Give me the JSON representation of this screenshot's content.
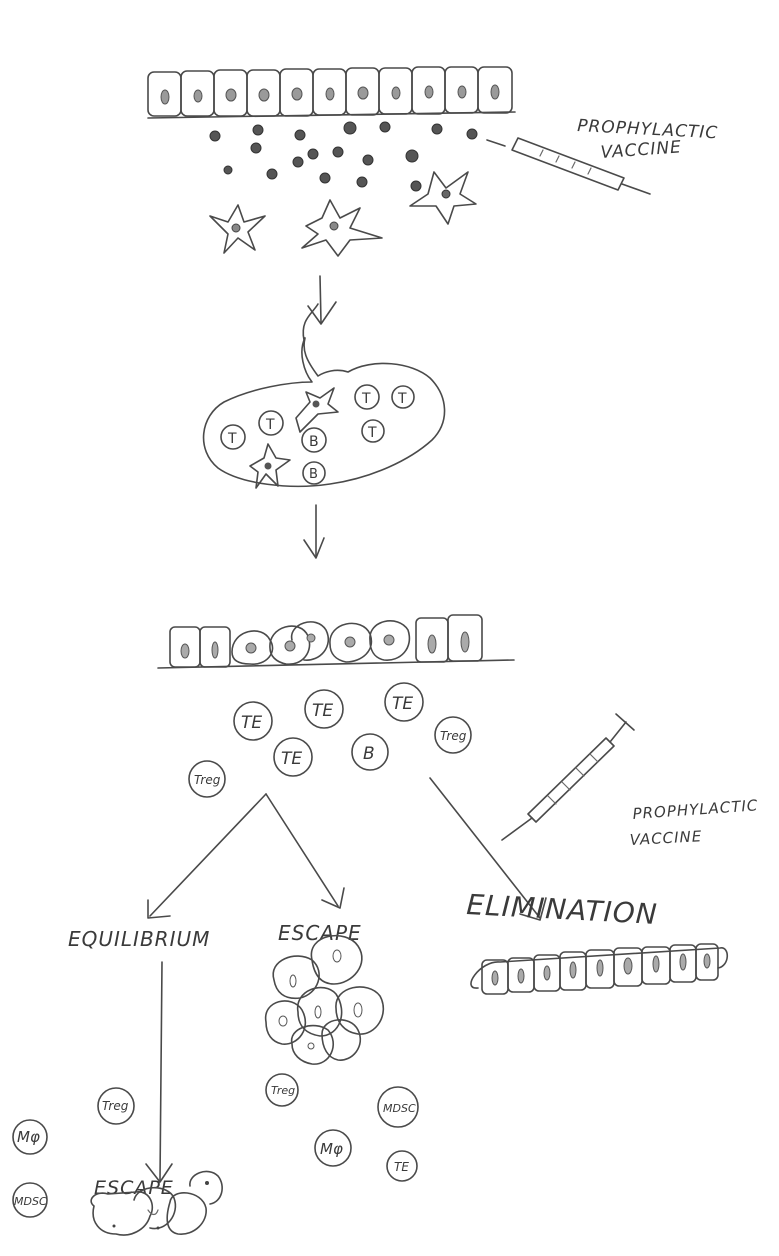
{
  "labels": {
    "vaccine_top_line1": "PROPHYLACTIC",
    "vaccine_top_line2": "VACCINE",
    "vaccine_mid_line1": "PROPHYLACTIC",
    "vaccine_mid_line2": "VACCINE",
    "equilibrium": "EQUILIBRIUM",
    "escape": "ESCAPE",
    "elimination": "ELIMINATION",
    "escape_bottom": "ESCAPE"
  },
  "lymph_node_cells": [
    "T",
    "T",
    "T",
    "T",
    "T",
    "B",
    "B"
  ],
  "effector_cells": [
    "TE",
    "TE",
    "TE",
    "TE",
    "B",
    "Treg",
    "Treg"
  ],
  "equilibrium_cells": [
    "Treg",
    "Mφ",
    "MDSC"
  ],
  "escape_cells": [
    "Treg",
    "Mφ",
    "MDSC",
    "TE"
  ]
}
